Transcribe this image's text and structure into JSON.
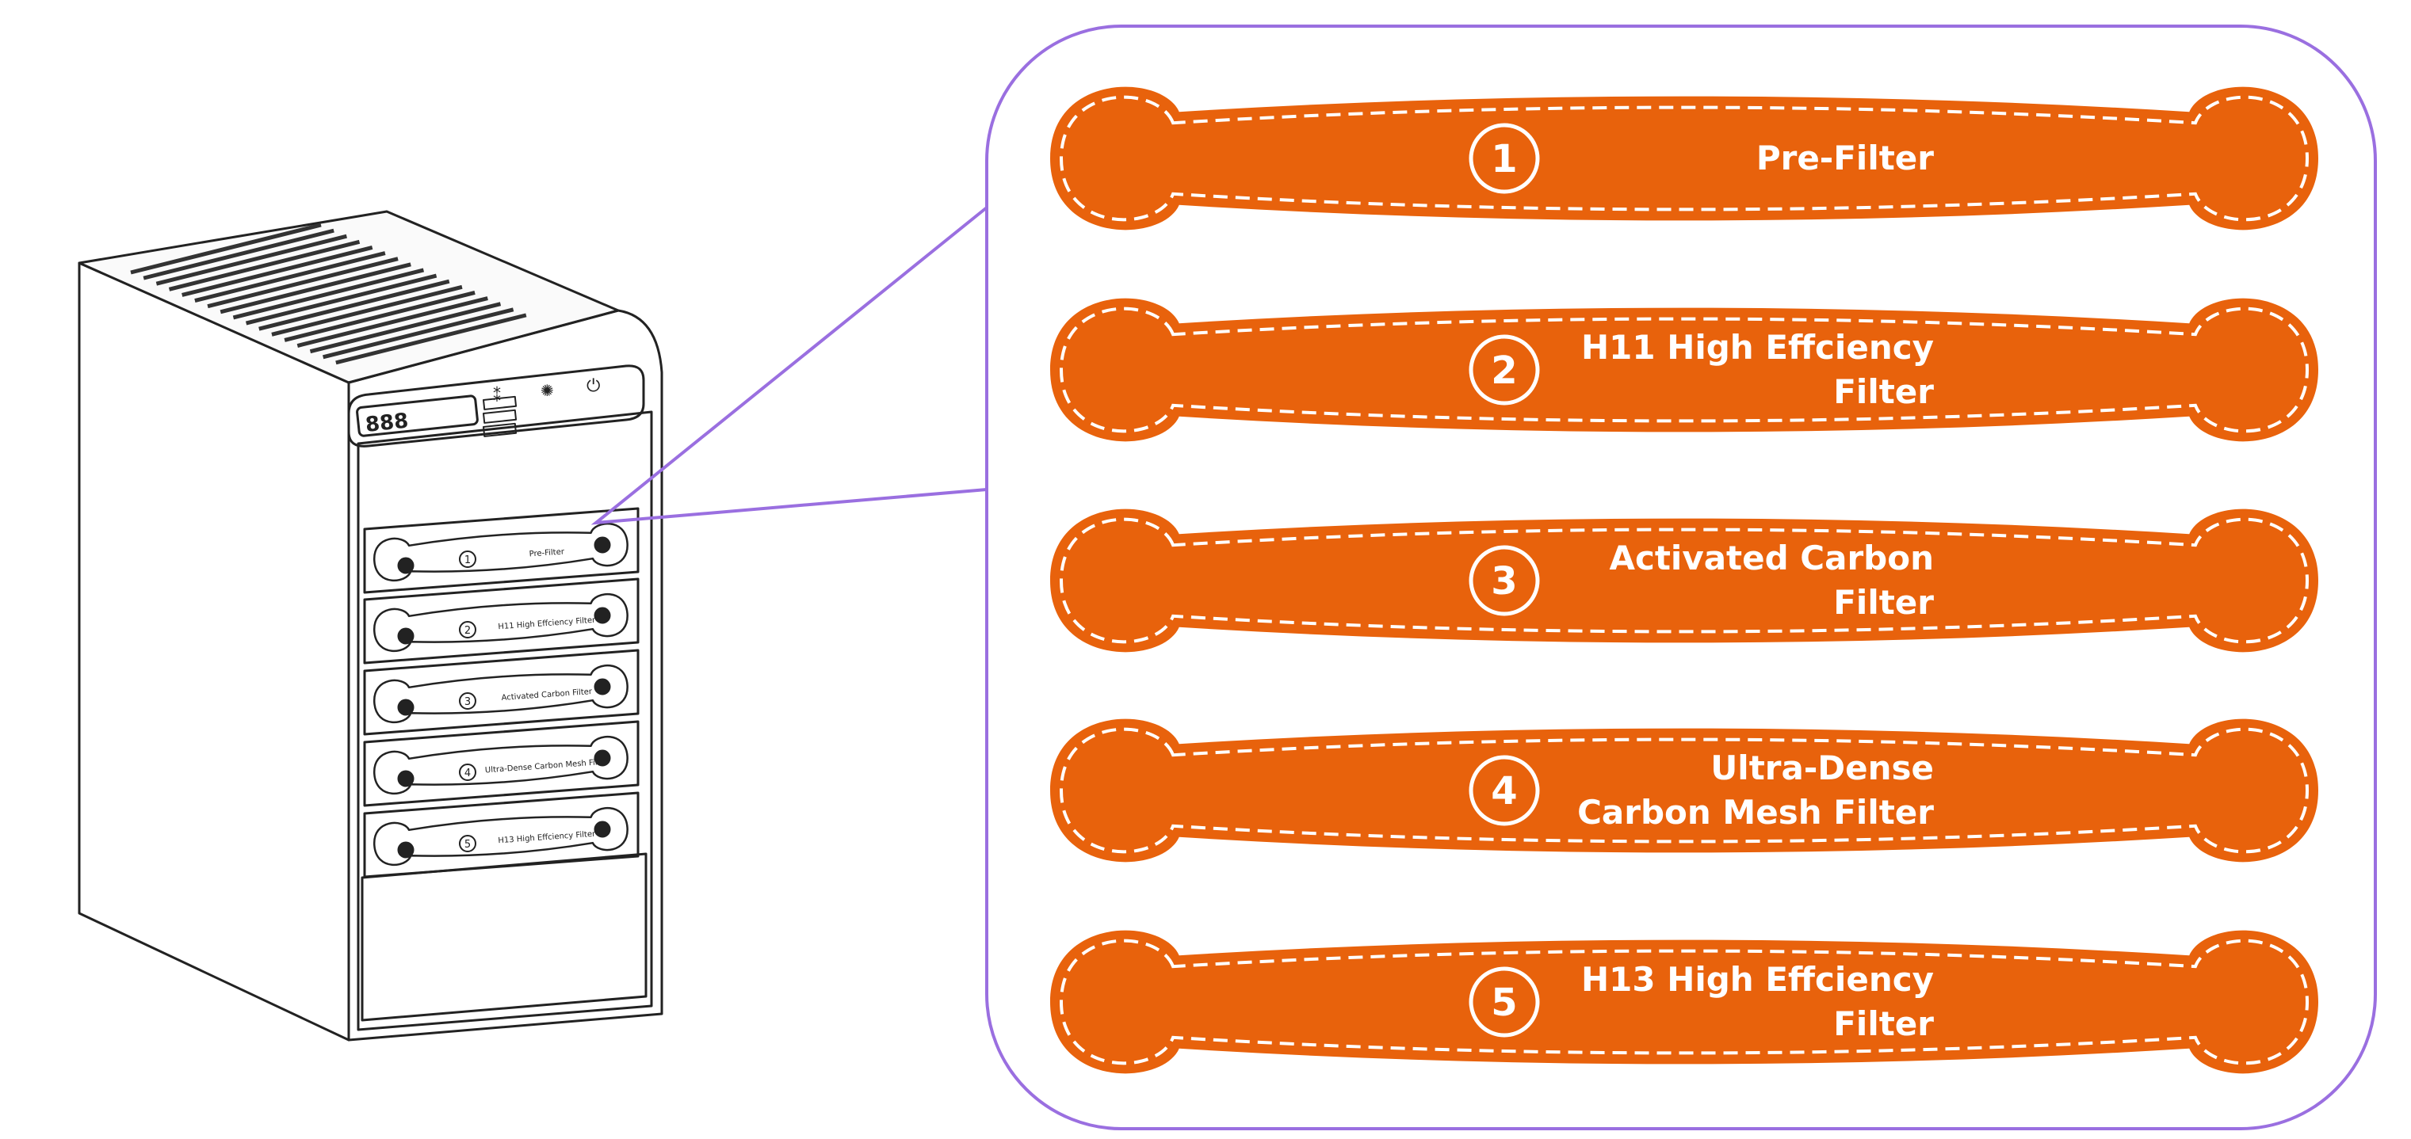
{
  "colors": {
    "callout_border": "#9a6fe0",
    "tag_fill": "#e8620c",
    "stitch": "#ffffff",
    "outline": "#222222"
  },
  "machine": {
    "display_digits": "888",
    "filter_layers": [
      {
        "number": "1",
        "label": "Pre-Filter"
      },
      {
        "number": "2",
        "label": "H11 High Effciency Filter"
      },
      {
        "number": "3",
        "label": "Activated Carbon Filter"
      },
      {
        "number": "4",
        "label": "Ultra-Dense Carbon Mesh Filter"
      },
      {
        "number": "5",
        "label": "H13 High Effciency Filter"
      }
    ]
  },
  "filters": [
    {
      "number": "1",
      "lines": [
        "Pre-Filter"
      ]
    },
    {
      "number": "2",
      "lines": [
        "H11 High Effciency",
        "Filter"
      ]
    },
    {
      "number": "3",
      "lines": [
        "Activated Carbon",
        "Filter"
      ]
    },
    {
      "number": "4",
      "lines": [
        "Ultra-Dense",
        "Carbon Mesh Filter"
      ]
    },
    {
      "number": "5",
      "lines": [
        "H13 High Effciency",
        "Filter"
      ]
    }
  ]
}
